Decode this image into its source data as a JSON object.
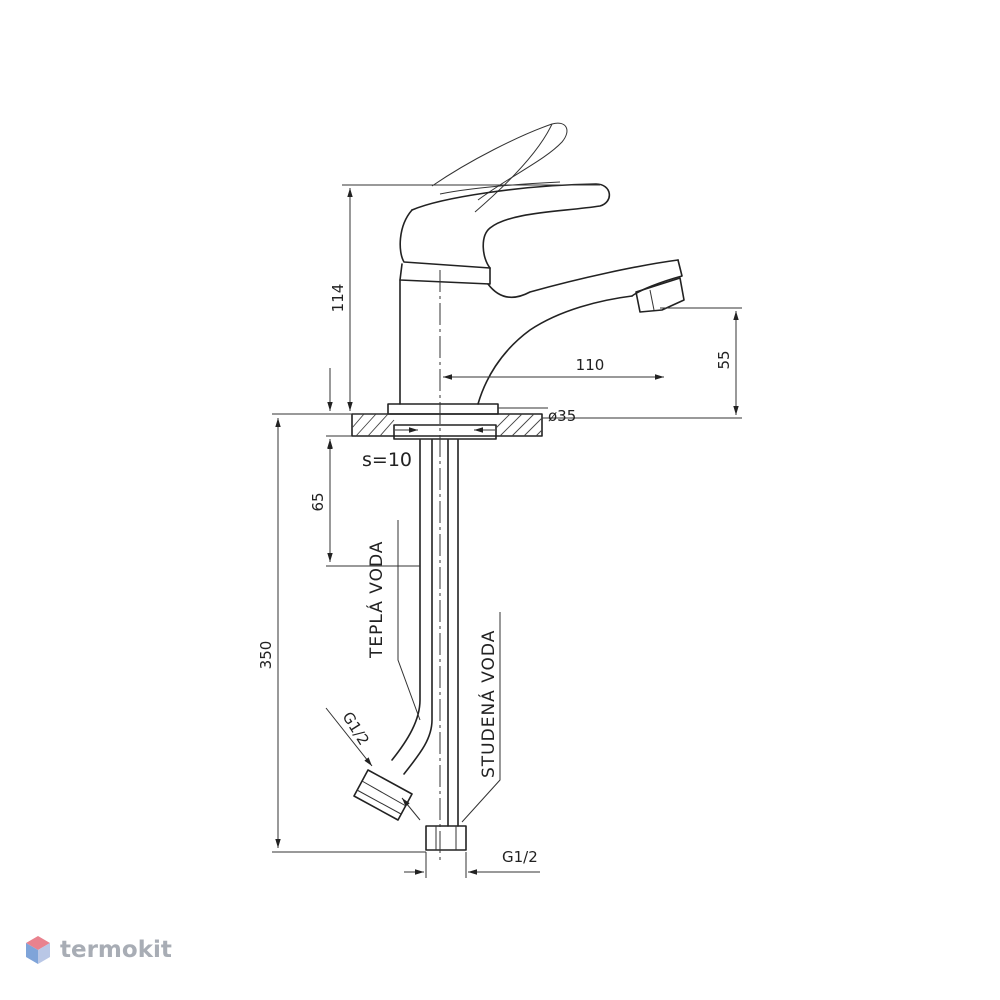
{
  "dimensions": {
    "height_top": "114",
    "reach": "110",
    "spout_height": "55",
    "base_diameter": "ø35",
    "thickness": "s=10",
    "below_counter": "65",
    "hose_length": "350",
    "thread_side": "G1/2",
    "thread_bottom": "G1/2"
  },
  "labels": {
    "hot_water": "TEPLÁ VODA",
    "cold_water": "STUDENÁ VODA"
  },
  "brand": {
    "name": "termokit",
    "colors": {
      "top": "#e9828e",
      "left": "#7fa4d9",
      "right": "#b9c7e6"
    }
  }
}
